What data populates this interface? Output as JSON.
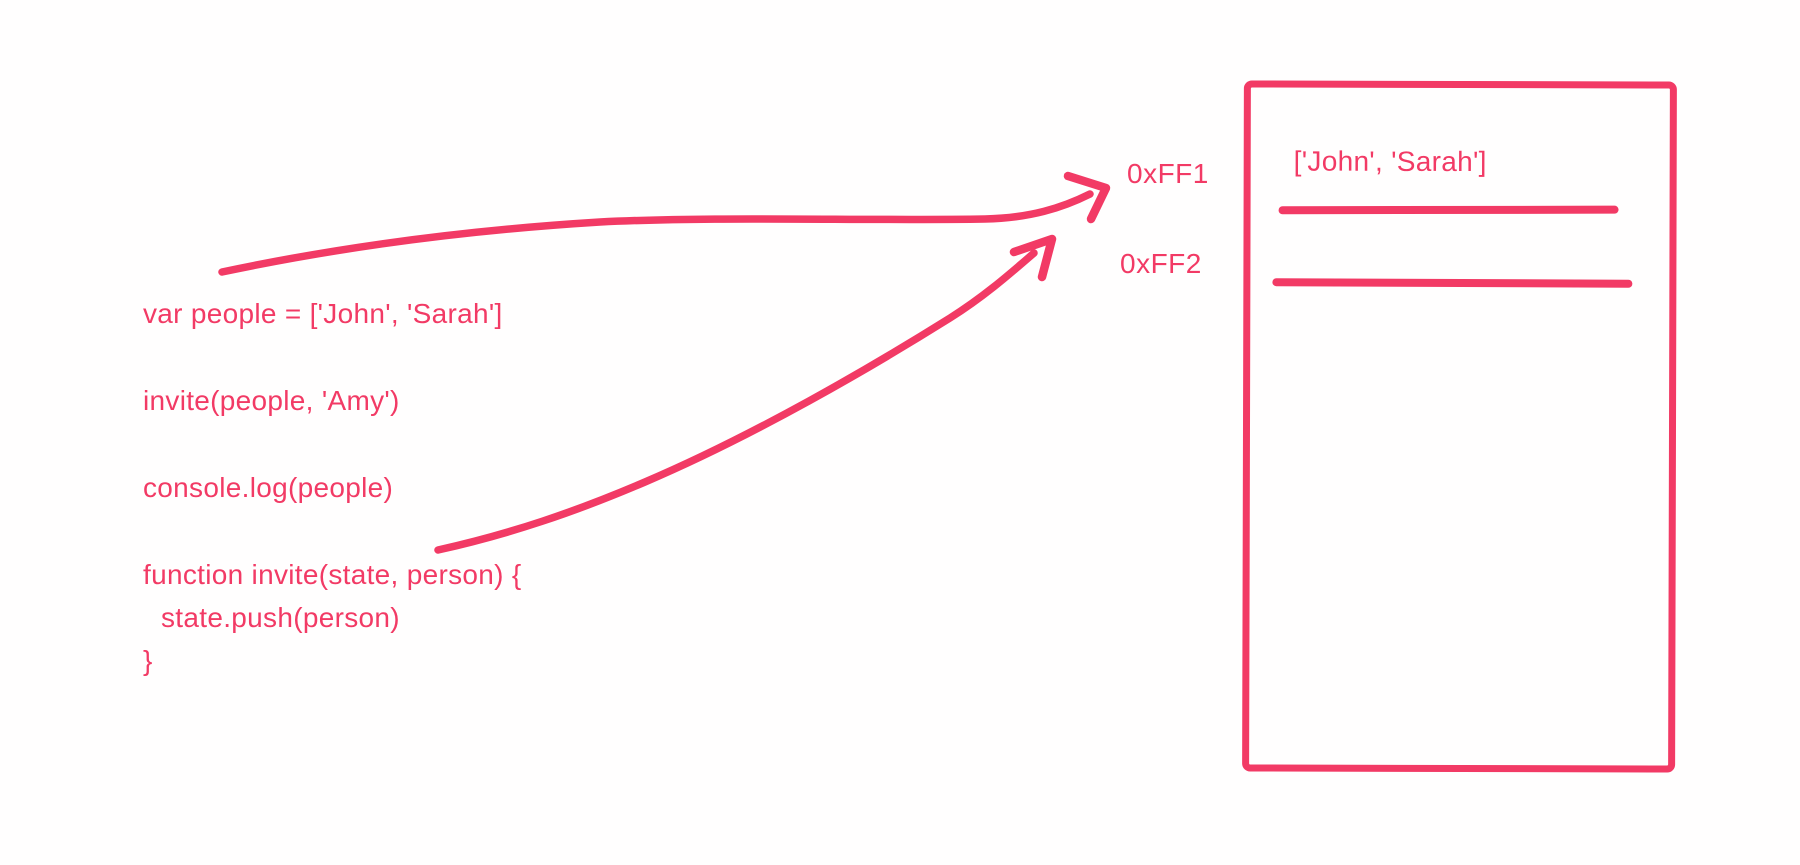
{
  "canvas": {
    "background": "#fffefe",
    "ink_color": "#f23a65"
  },
  "code": {
    "lines": [
      "var people = ['John', 'Sarah']",
      "invite(people, 'Amy')",
      "console.log(people)",
      "function invite(state, person) {",
      "state.push(person)",
      "}"
    ]
  },
  "memory": {
    "address_labels": [
      "0xFF1",
      "0xFF2"
    ],
    "box_value": "['John', 'Sarah']"
  }
}
